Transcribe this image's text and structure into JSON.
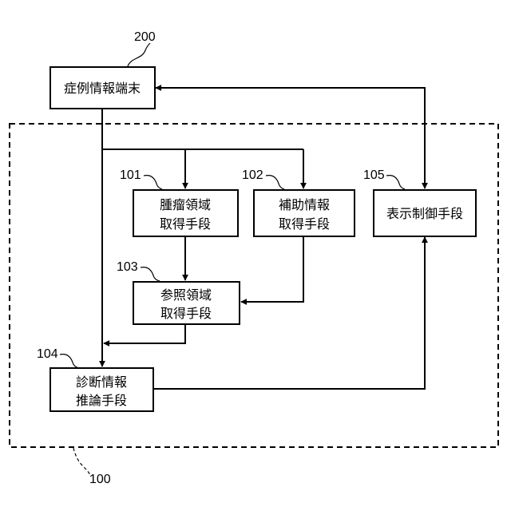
{
  "nodes": {
    "case_terminal": {
      "ref": "200",
      "label": "症例情報端末"
    },
    "tumor_region": {
      "ref": "101",
      "line1": "腫瘤領域",
      "line2": "取得手段"
    },
    "aux_info": {
      "ref": "102",
      "line1": "補助情報",
      "line2": "取得手段"
    },
    "reference_region": {
      "ref": "103",
      "line1": "参照領域",
      "line2": "取得手段"
    },
    "diagnosis_inference": {
      "ref": "104",
      "line1": "診断情報",
      "line2": "推論手段"
    },
    "display_control": {
      "ref": "105",
      "label": "表示制御手段"
    }
  },
  "system": {
    "ref": "100"
  }
}
